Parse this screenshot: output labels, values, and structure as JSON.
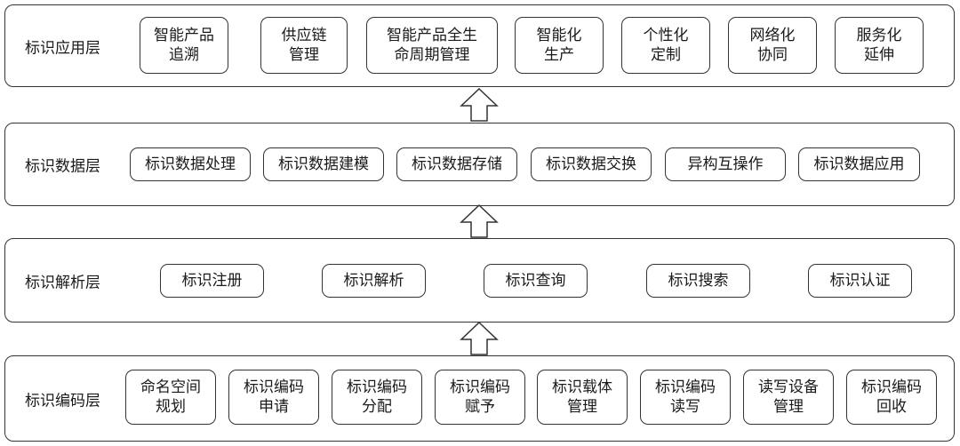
{
  "layers": [
    {
      "title": "标识应用层",
      "items": [
        [
          "智能产品",
          "追溯"
        ],
        [
          "供应链",
          "管理"
        ],
        [
          "智能产品全生",
          "命周期管理"
        ],
        [
          "智能化",
          "生产"
        ],
        [
          "个性化",
          "定制"
        ],
        [
          "网络化",
          "协同"
        ],
        [
          "服务化",
          "延伸"
        ]
      ]
    },
    {
      "title": "标识数据层",
      "items": [
        [
          "标识数据处理"
        ],
        [
          "标识数据建模"
        ],
        [
          "标识数据存储"
        ],
        [
          "标识数据交换"
        ],
        [
          "异构互操作"
        ],
        [
          "标识数据应用"
        ]
      ]
    },
    {
      "title": "标识解析层",
      "items": [
        [
          "标识注册"
        ],
        [
          "标识解析"
        ],
        [
          "标识查询"
        ],
        [
          "标识搜索"
        ],
        [
          "标识认证"
        ]
      ]
    },
    {
      "title": "标识编码层",
      "items": [
        [
          "命名空间",
          "规划"
        ],
        [
          "标识编码",
          "申请"
        ],
        [
          "标识编码",
          "分配"
        ],
        [
          "标识编码",
          "赋予"
        ],
        [
          "标识载体",
          "管理"
        ],
        [
          "标识编码",
          "读写"
        ],
        [
          "读写设备",
          "管理"
        ],
        [
          "标识编码",
          "回收"
        ]
      ]
    }
  ]
}
